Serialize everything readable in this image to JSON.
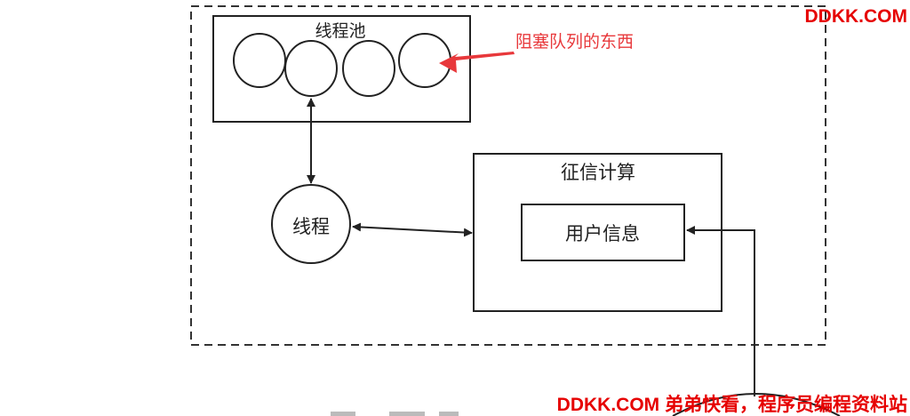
{
  "diagram": {
    "thread_pool": {
      "label": "线程池"
    },
    "thread": {
      "label": "线程"
    },
    "credit_calc": {
      "label": "征信计算"
    },
    "user_info": {
      "label": "用户信息"
    },
    "annotation": {
      "label": "阻塞队列的东西"
    }
  },
  "watermark": {
    "top": "DDKK.COM",
    "bottom": "DDKK.COM 弟弟快看，程序员编程资料站"
  },
  "colors": {
    "line": "#222222",
    "annotation": "#e8383b",
    "watermark": "#e60000"
  }
}
